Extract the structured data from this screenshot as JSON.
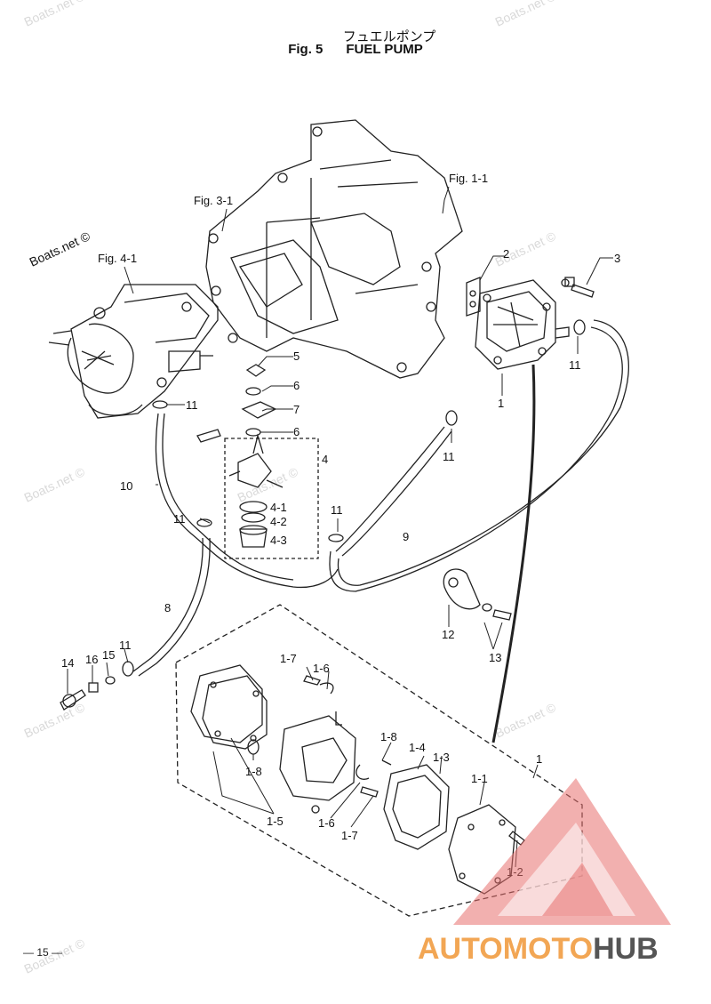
{
  "header": {
    "title_jp": "フュエルポンプ",
    "fig_number": "Fig. 5",
    "fig_title": "FUEL PUMP"
  },
  "page_number": "— 15 —",
  "watermark": "Boats.net ©",
  "brand": {
    "part1": "AUTOMOTO",
    "part2": "HUB",
    "colors": {
      "accent": "#f2a654",
      "dark": "#555555",
      "logo": "#e8706e"
    }
  },
  "callouts": {
    "fig_1_1": "Fig. 1-1",
    "fig_3_1": "Fig. 3-1",
    "fig_4_1": "Fig. 4-1",
    "p1": "1",
    "p1_1": "1-1",
    "p1_2": "1-2",
    "p1_3": "1-3",
    "p1_4": "1-4",
    "p1_5": "1-5",
    "p1_6": "1-6",
    "p1_7": "1-7",
    "p1_8": "1-8",
    "p2": "2",
    "p3": "3",
    "p4": "4",
    "p4_1": "4-1",
    "p4_2": "4-2",
    "p4_3": "4-3",
    "p5": "5",
    "p6": "6",
    "p7": "7",
    "p8": "8",
    "p9": "9",
    "p10": "10",
    "p11": "11",
    "p12": "12",
    "p13": "13",
    "p14": "14",
    "p15": "15",
    "p16": "16"
  }
}
